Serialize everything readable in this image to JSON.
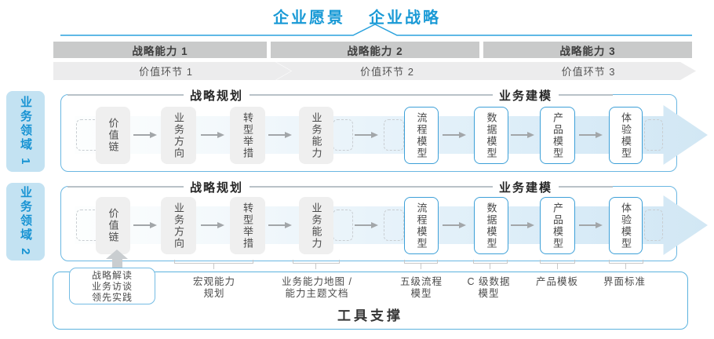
{
  "title": {
    "vision": "企业愿景",
    "strategy": "企业战略"
  },
  "capability_bars": [
    {
      "label": "战略能力 1"
    },
    {
      "label": "战略能力 2"
    },
    {
      "label": "战略能力 3"
    }
  ],
  "value_links": [
    {
      "label": "价值环节 1"
    },
    {
      "label": "价值环节 2"
    },
    {
      "label": "价值环节 3"
    }
  ],
  "domains": [
    {
      "label": "业务领域 1",
      "sections": {
        "left": "战略规划",
        "right": "业务建模"
      },
      "boxes": [
        {
          "label": "价值链",
          "style": "gray"
        },
        {
          "label": "业务方向",
          "style": "gray"
        },
        {
          "label": "转型举措",
          "style": "gray"
        },
        {
          "label": "业务能力",
          "style": "gray"
        },
        {
          "label": "流程模型",
          "style": "blue"
        },
        {
          "label": "数据模型",
          "style": "blue"
        },
        {
          "label": "产品模型",
          "style": "blue"
        },
        {
          "label": "体验模型",
          "style": "blue"
        }
      ]
    },
    {
      "label": "业务领域 2",
      "sections": {
        "left": "战略规划",
        "right": "业务建模"
      },
      "boxes": [
        {
          "label": "价值链",
          "style": "gray"
        },
        {
          "label": "业务方向",
          "style": "gray"
        },
        {
          "label": "转型举措",
          "style": "gray"
        },
        {
          "label": "业务能力",
          "style": "gray"
        },
        {
          "label": "流程模型",
          "style": "blue"
        },
        {
          "label": "数据模型",
          "style": "blue"
        },
        {
          "label": "产品模型",
          "style": "blue"
        },
        {
          "label": "体验模型",
          "style": "blue"
        }
      ]
    }
  ],
  "tool_support": {
    "label": "工具支撑",
    "callout": {
      "lines": [
        "战略解读",
        "业务访谈",
        "领先实践"
      ]
    },
    "annotations": [
      {
        "lines": [
          "宏观能力",
          "规划"
        ]
      },
      {
        "lines": [
          "业务能力地图 /",
          "能力主题文档"
        ]
      },
      {
        "lines": [
          "五级流程",
          "模型"
        ]
      },
      {
        "lines": [
          "C 级数据",
          "模型"
        ]
      },
      {
        "lines": [
          "产品模板"
        ]
      },
      {
        "lines": [
          "界面标准"
        ]
      }
    ]
  },
  "colors": {
    "accent_blue": "#1a9ad6",
    "container_border_blue": "#6ab7e2",
    "sidebar_bg_blue": "#c3e2f2",
    "bar_gray": "#c9caca",
    "chevron_gray": "#ececed",
    "box_gray": "#efefef",
    "band_blue": "#d2e7f4",
    "arrow_gray": "#a2a6a9"
  }
}
